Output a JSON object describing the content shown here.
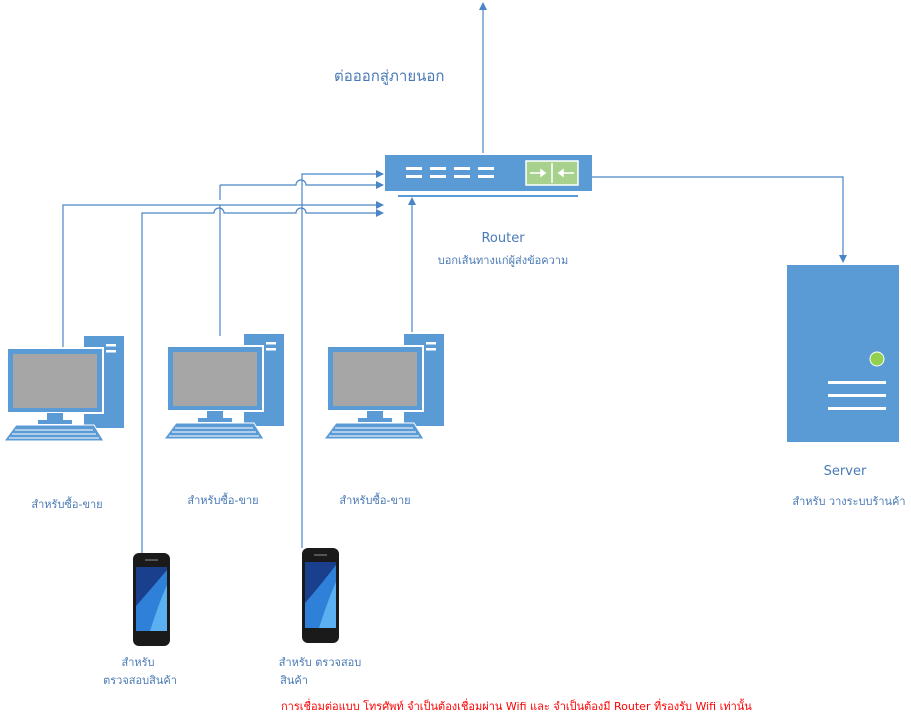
{
  "colors": {
    "accent": "#5b9bd5",
    "line": "#4a86c5",
    "screen": "#a6a6a6",
    "router_status": "#a9d18e",
    "server_led": "#92d050",
    "note": "#ff0000"
  },
  "external": {
    "label": "ต่อออกสู่ภายนอก"
  },
  "router": {
    "title": "Router",
    "subtitle": "บอกเส้นทางแก่ผู้ส่งข้อความ"
  },
  "server": {
    "title": "Server",
    "subtitle": "สำหรับ วางระบบร้านค้า"
  },
  "computers": [
    {
      "label": "สำหรับซื้อ-ขาย"
    },
    {
      "label": "สำหรับซื้อ-ขาย"
    },
    {
      "label": "สำหรับซื้อ-ขาย"
    }
  ],
  "phones": [
    {
      "line1": "สำหรับ",
      "line2": "ตรวจสอบสินค้า"
    },
    {
      "line1": "สำหรับ ตรวจสอบ",
      "line2": "สินค้า"
    }
  ],
  "footer_note": "การเชื่อมต่อแบบ โทรศัพท์ จำเป็นต้องเชื่อมผ่าน Wifi และ จำเป็นต้องมี Router ที่รองรับ Wifi เท่านั้น"
}
